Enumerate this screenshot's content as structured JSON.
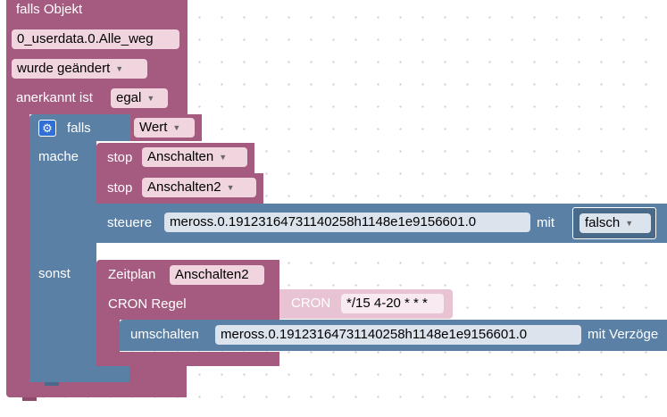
{
  "trigger_block": {
    "title": "falls Objekt",
    "object_id": "0_userdata.0.Alle_weg",
    "condition": "wurde geändert",
    "ack_label": "anerkannt ist",
    "ack_value": "egal"
  },
  "if_block": {
    "label": "falls",
    "value": "Wert",
    "do_label": "mache",
    "else_label": "sonst"
  },
  "stop1": {
    "label": "stop",
    "value": "Anschalten"
  },
  "stop2": {
    "label": "stop",
    "value": "Anschalten2"
  },
  "control": {
    "label": "steuere",
    "device": "meross.0.19123164731140258h1148e1e9156601.0",
    "with_label": "mit",
    "value": "falsch"
  },
  "schedule": {
    "label": "Zeitplan",
    "name": "Anschalten2",
    "cron_label": "CRON Regel",
    "cron_block_label": "CRON",
    "cron_expression": "*/15 4-20 * * *"
  },
  "toggle": {
    "label": "umschalten",
    "device": "meross.0.19123164731140258h1148e1e9156601.0",
    "delay_label": "mit Verzöge"
  },
  "colors": {
    "trigger_block": "#a55b80",
    "logic_block": "#5b80a5",
    "cron_block": "#e8c3d3"
  },
  "icons": {
    "mutator": "gear-icon",
    "dropdown": "dropdown-caret-icon"
  }
}
